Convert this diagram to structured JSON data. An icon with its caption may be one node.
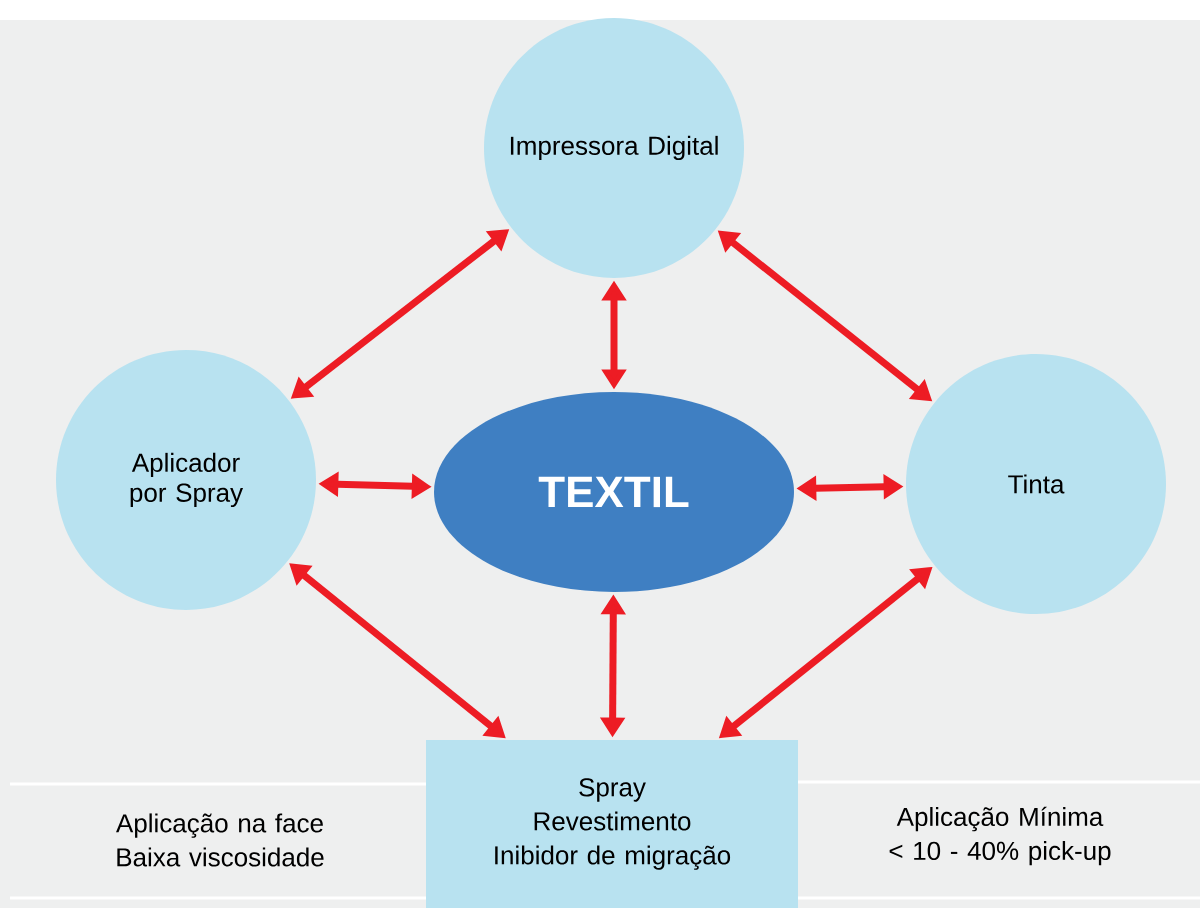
{
  "diagram": {
    "nodes": [
      {
        "text": [
          "Impressora Digital"
        ]
      },
      {
        "text": [
          "Aplicador por Spray"
        ]
      },
      {
        "text": [
          "TEXTIL"
        ]
      },
      {
        "text": [
          "Tinta"
        ]
      },
      {
        "text": [
          "Spray",
          "Revestimento",
          "Inibidor de migração"
        ]
      }
    ],
    "edges": [
      {
        "from": 0,
        "to": 1,
        "arrow": "both"
      },
      {
        "from": 0,
        "to": 2,
        "arrow": "both"
      },
      {
        "from": 0,
        "to": 3,
        "arrow": "both"
      },
      {
        "from": 1,
        "to": 2,
        "arrow": "both"
      },
      {
        "from": 2,
        "to": 3,
        "arrow": "both"
      },
      {
        "from": 1,
        "to": 4,
        "arrow": "both"
      },
      {
        "from": 2,
        "to": 4,
        "arrow": "both"
      },
      {
        "from": 3,
        "to": 4,
        "arrow": "both"
      }
    ],
    "labels": [
      "Aplicação na face Baixa viscosidade",
      "Aplicação Mínima < 10 - 40% pick-up"
    ]
  }
}
